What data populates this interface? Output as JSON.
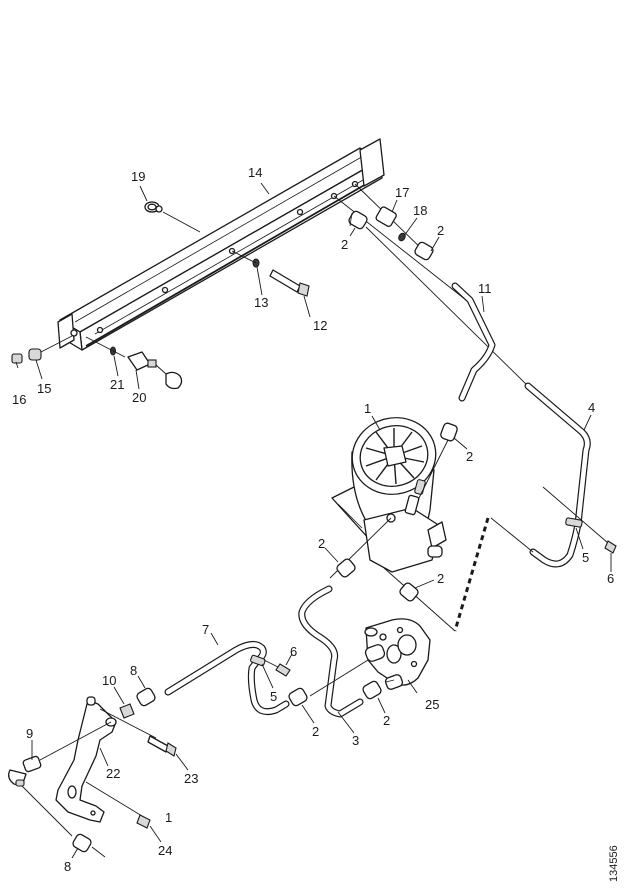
{
  "diagram": {
    "type": "exploded-parts-view",
    "reference_number": "134556",
    "callouts": [
      {
        "id": "c19",
        "label": "19",
        "part": "o-ring"
      },
      {
        "id": "c14",
        "label": "14",
        "part": "fuel-rail"
      },
      {
        "id": "c17",
        "label": "17",
        "part": "union-nut"
      },
      {
        "id": "c18",
        "label": "18",
        "part": "sealing-washer"
      },
      {
        "id": "c2a",
        "label": "2",
        "part": "union-fitting"
      },
      {
        "id": "c2b",
        "label": "2",
        "part": "union-fitting"
      },
      {
        "id": "c11",
        "label": "11",
        "part": "fuel-pipe"
      },
      {
        "id": "c13",
        "label": "13",
        "part": "washer"
      },
      {
        "id": "c12",
        "label": "12",
        "part": "bolt"
      },
      {
        "id": "c16",
        "label": "16",
        "part": "cap-nut"
      },
      {
        "id": "c15",
        "label": "15",
        "part": "nut"
      },
      {
        "id": "c21",
        "label": "21",
        "part": "sealing-ring"
      },
      {
        "id": "c20",
        "label": "20",
        "part": "pressure-sensor"
      },
      {
        "id": "c1a",
        "label": "1",
        "part": "fuel-filter-housing"
      },
      {
        "id": "c2c",
        "label": "2",
        "part": "union-fitting"
      },
      {
        "id": "c4",
        "label": "4",
        "part": "fuel-pipe"
      },
      {
        "id": "c5a",
        "label": "5",
        "part": "clamp"
      },
      {
        "id": "c6a",
        "label": "6",
        "part": "screw"
      },
      {
        "id": "c2d",
        "label": "2",
        "part": "union-fitting"
      },
      {
        "id": "c2e",
        "label": "2",
        "part": "union-fitting"
      },
      {
        "id": "c7",
        "label": "7",
        "part": "fuel-pipe"
      },
      {
        "id": "c6b",
        "label": "6",
        "part": "screw"
      },
      {
        "id": "c8a",
        "label": "8",
        "part": "union-fitting"
      },
      {
        "id": "c10",
        "label": "10",
        "part": "nut"
      },
      {
        "id": "c5b",
        "label": "5",
        "part": "clamp"
      },
      {
        "id": "c25",
        "label": "25",
        "part": "fuel-pump"
      },
      {
        "id": "c2f",
        "label": "2",
        "part": "union-fitting"
      },
      {
        "id": "c2g",
        "label": "2",
        "part": "union-fitting"
      },
      {
        "id": "c3",
        "label": "3",
        "part": "fuel-pipe"
      },
      {
        "id": "c9",
        "label": "9",
        "part": "banjo-fitting"
      },
      {
        "id": "c22",
        "label": "22",
        "part": "bracket"
      },
      {
        "id": "c23",
        "label": "23",
        "part": "bolt"
      },
      {
        "id": "c1b",
        "label": "1",
        "part": "reference"
      },
      {
        "id": "c24",
        "label": "24",
        "part": "screw"
      },
      {
        "id": "c8b",
        "label": "8",
        "part": "union-fitting"
      }
    ]
  }
}
